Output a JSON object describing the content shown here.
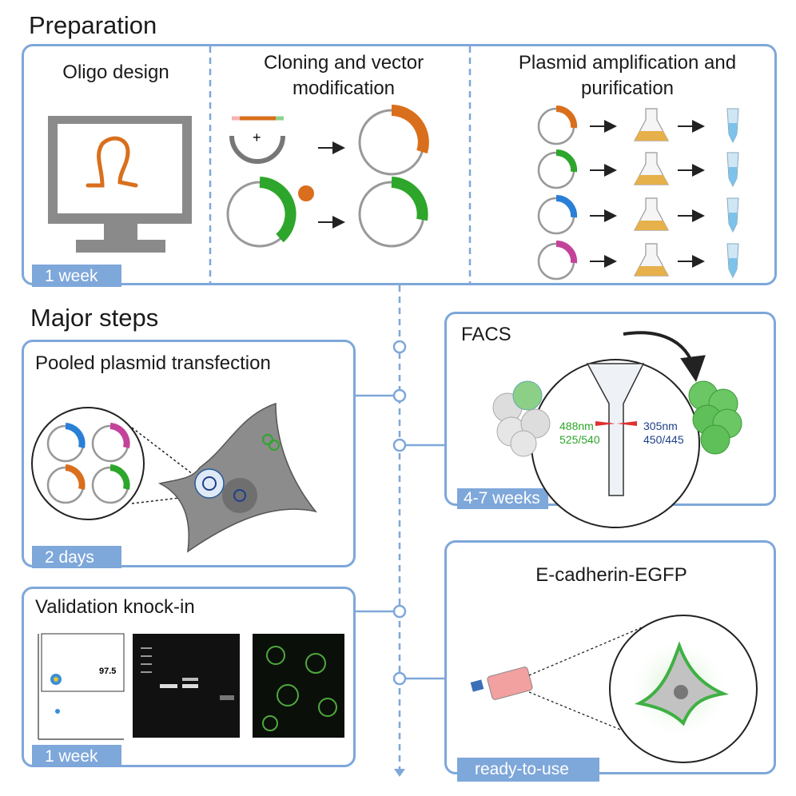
{
  "preparation": {
    "heading": "Preparation",
    "panels": [
      {
        "title": "Oligo design"
      },
      {
        "title_line1": "Cloning and vector",
        "title_line2": "modification"
      },
      {
        "title_line1": "Plasmid amplification and",
        "title_line2": "purification"
      }
    ],
    "duration": "1 week",
    "plasmid_colors": [
      "#d96f1c",
      "#2da62b",
      "#2a7fd6",
      "#c4439a"
    ]
  },
  "major_steps": {
    "heading": "Major steps",
    "transfection": {
      "title": "Pooled plasmid transfection",
      "duration": "2 days"
    },
    "validation": {
      "title": "Validation knock-in",
      "duration": "1 week",
      "facs_value": "97.5"
    },
    "facs": {
      "title": "FACS",
      "duration": "4-7 weeks",
      "laser_left": "488nm",
      "filter_left": "525/540",
      "laser_right": "305nm",
      "filter_right": "450/445"
    },
    "result": {
      "title": "E-cadherin-EGFP",
      "duration": "ready-to-use"
    }
  },
  "colors": {
    "accent": "#7ea7da",
    "orange": "#d96f1c",
    "green": "#2da62b",
    "blue": "#2a7fd6",
    "magenta": "#c4439a",
    "egfp": "#3fb043"
  }
}
